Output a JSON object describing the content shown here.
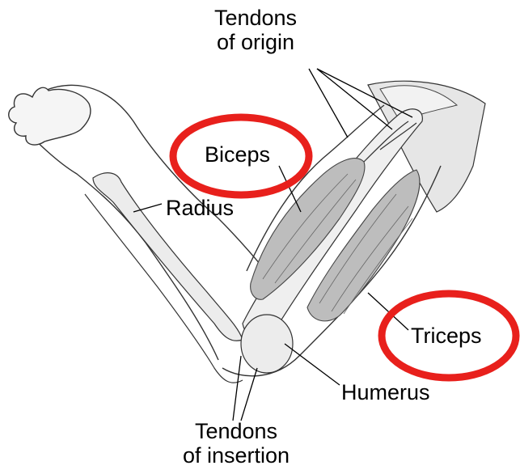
{
  "labels": {
    "tendons_origin_line1": "Tendons",
    "tendons_origin_line2": "of origin",
    "biceps": "Biceps",
    "radius": "Radius",
    "triceps": "Triceps",
    "humerus": "Humerus",
    "tendons_insertion_line1": "Tendons",
    "tendons_insertion_line2": "of insertion"
  },
  "colors": {
    "highlight_circle": "#e8201c",
    "muscle_fill": "#bdbdbd",
    "bone_fill": "#ececec",
    "outline": "#333333"
  },
  "highlighted": [
    "Biceps",
    "Triceps"
  ]
}
